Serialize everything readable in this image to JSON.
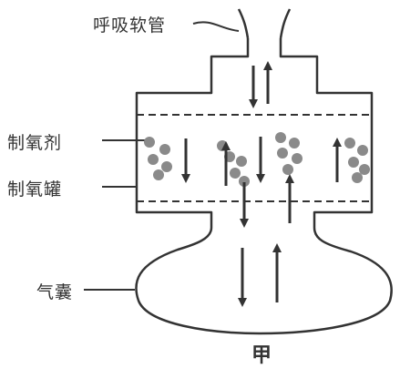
{
  "labels": {
    "hose": "呼吸软管",
    "agent": "制氧剂",
    "tank": "制氧罐",
    "bag": "气囊",
    "caption": "甲"
  },
  "colors": {
    "line": "#333333",
    "particle": "#8a8a8a",
    "background": "#ffffff"
  }
}
